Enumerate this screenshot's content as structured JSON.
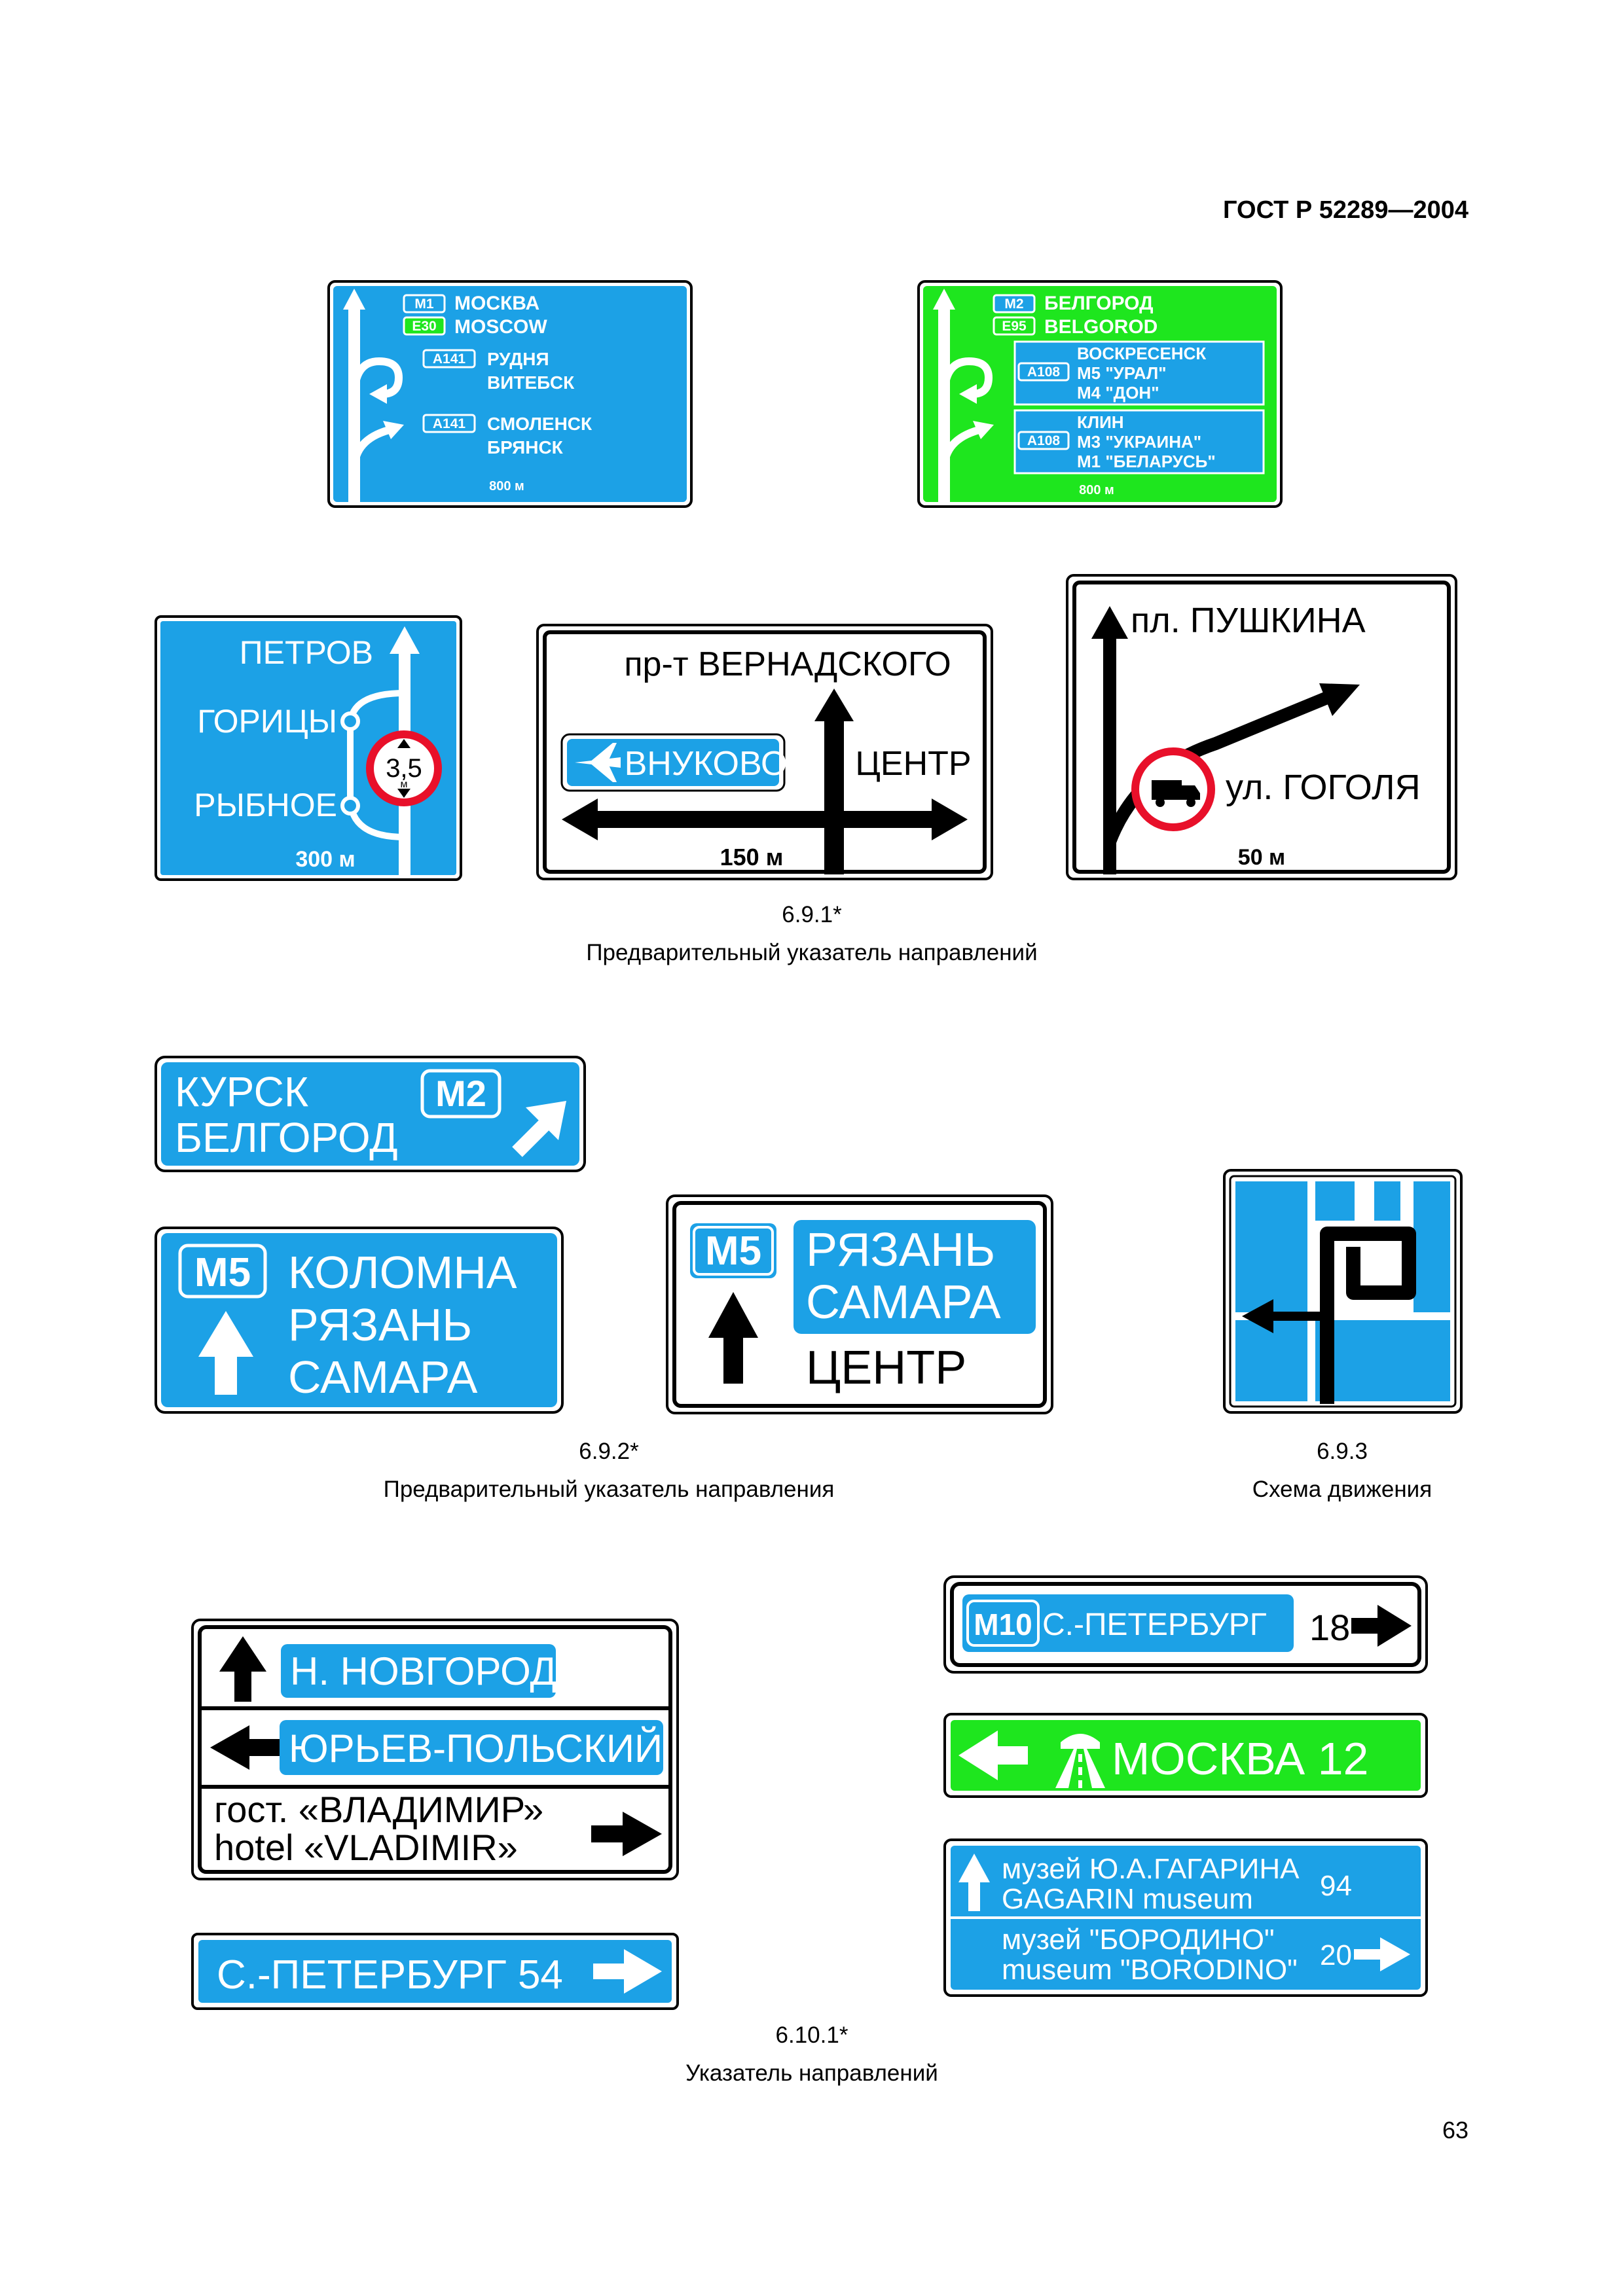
{
  "header": {
    "standard": "ГОСТ Р 52289—2004"
  },
  "page_number": "63",
  "colors": {
    "blue": "#1ca1e6",
    "green": "#1ee61e",
    "red": "#e8102a",
    "black": "#000000",
    "white": "#ffffff"
  },
  "section_691": {
    "number": "6.9.1*",
    "title": "Предварительный указатель направлений",
    "sign_a": {
      "route1_num": "М1",
      "route1_e": "Е30",
      "dest1_ru": "МОСКВА",
      "dest1_en": "MOSCOW",
      "route2_num": "А141",
      "dest2_line1": "РУДНЯ",
      "dest2_line2": "ВИТЕБСК",
      "route3_num": "А141",
      "dest3_line1": "СМОЛЕНСК",
      "dest3_line2": "БРЯНСК",
      "distance": "800 м"
    },
    "sign_b": {
      "route1_num": "М2",
      "route1_e": "Е95",
      "dest1_ru": "БЕЛГОРОД",
      "dest1_en": "BELGOROD",
      "box1_route": "А108",
      "box1_line1": "ВОСКРЕСЕНСК",
      "box1_line2": "М5 \"УРАЛ\"",
      "box1_line3": "М4 \"ДОН\"",
      "box2_route": "А108",
      "box2_line1": "КЛИН",
      "box2_line2": "М3 \"УКРАИНА\"",
      "box2_line3": "М1 \"БЕЛАРУСЬ\"",
      "distance": "800 м"
    },
    "sign_c": {
      "dest1": "ПЕТРОВ",
      "dest2": "ГОРИЦЫ",
      "dest3": "РЫБНОЕ",
      "height_limit": "3,5",
      "height_unit": "м",
      "distance": "300 м"
    },
    "sign_d": {
      "street": "пр-т ВЕРНАДСКОГО",
      "left": "ВНУКОВО",
      "right": "ЦЕНТР",
      "distance": "150 м"
    },
    "sign_e": {
      "dest1": "пл. ПУШКИНА",
      "dest2": "ул. ГОГОЛЯ",
      "distance": "50 м"
    }
  },
  "section_692": {
    "number": "6.9.2*",
    "title": "Предварительный указатель направления",
    "sign_a": {
      "line1": "КУРСК",
      "line2": "БЕЛГОРОД",
      "route": "М2"
    },
    "sign_b": {
      "route": "М5",
      "line1": "КОЛОМНА",
      "line2": "РЯЗАНЬ",
      "line3": "САМАРА"
    },
    "sign_c": {
      "route": "М5",
      "line1": "РЯЗАНЬ",
      "line2": "САМАРА",
      "line3": "ЦЕНТР"
    }
  },
  "section_693": {
    "number": "6.9.3",
    "title": "Схема движения"
  },
  "section_6101": {
    "number": "6.10.1*",
    "title": "Указатель направлений",
    "sign_a": {
      "row1": "Н. НОВГОРОД",
      "row2": "ЮРЬЕВ-ПОЛЬСКИЙ",
      "row3_line1": "гост. «ВЛАДИМИР»",
      "row3_line2": "hotel «VLADIMIR»"
    },
    "sign_b": {
      "text": "С.-ПЕТЕРБУРГ 54"
    },
    "sign_c": {
      "route": "М10",
      "dest": "С.-ПЕТЕРБУРГ",
      "distance": "18"
    },
    "sign_d": {
      "text": "МОСКВА 12"
    },
    "sign_e": {
      "row1_line1": "музей Ю.А.ГАГАРИНА",
      "row1_line2": "GAGARIN museum",
      "row1_distance": "94",
      "row2_line1": "музей \"БОРОДИНО\"",
      "row2_line2": "museum \"BORODINO\"",
      "row2_distance": "20"
    }
  }
}
